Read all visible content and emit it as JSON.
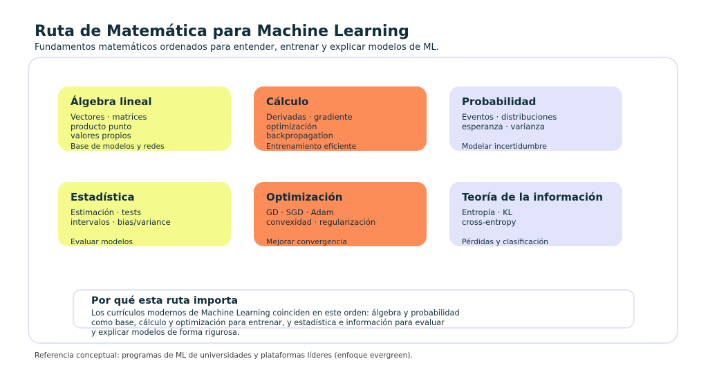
{
  "page": {
    "title": "Ruta de Matemática para Machine Learning",
    "subtitle": "Fundamentos matemáticos ordenados para entender, entrenar y explicar modelos de ML.",
    "footer": "Referencia conceptual: programas de ML de universidades y plataformas líderes (enfoque evergreen)."
  },
  "colors": {
    "yellow": "#f4fa8c",
    "orange": "#fc8d59",
    "lavender": "#e1e4fb",
    "box_border": "#e0e2fa",
    "text": "#112e3c",
    "footer_text": "#3d3d3d"
  },
  "cards": [
    {
      "title": "Álgebra lineal",
      "color": "yellow",
      "lines": [
        "Vectores · matrices",
        "producto punto",
        "valores propios"
      ],
      "note": "Base de modelos y redes"
    },
    {
      "title": "Cálculo",
      "color": "orange",
      "lines": [
        "Derivadas · gradiente",
        "optimización",
        "backpropagation"
      ],
      "note": "Entrenamiento eficiente"
    },
    {
      "title": "Probabilidad",
      "color": "lavender",
      "lines": [
        "Eventos · distribuciones",
        "esperanza · varianza"
      ],
      "note": "Modelar incertidumbre"
    },
    {
      "title": "Estadística",
      "color": "yellow",
      "lines": [
        "Estimación · tests",
        "intervalos · bias/variance"
      ],
      "note": "Evaluar modelos"
    },
    {
      "title": "Optimización",
      "color": "orange",
      "lines": [
        "GD · SGD · Adam",
        "convexidad · regularización"
      ],
      "note": "Mejorar convergencia"
    },
    {
      "title": "Teoría de la información",
      "color": "lavender",
      "lines": [
        "Entropía · KL",
        "cross-entropy"
      ],
      "note": "Pérdidas y clasificación"
    }
  ],
  "note_box": {
    "title": "Por qué esta ruta importa",
    "lines": [
      "Los currículos modernos de Machine Learning coinciden en este orden: álgebra y probabilidad",
      "como base, cálculo y optimización para entrenar, y estadística e información para evaluar",
      "y explicar modelos de forma rigurosa."
    ]
  }
}
